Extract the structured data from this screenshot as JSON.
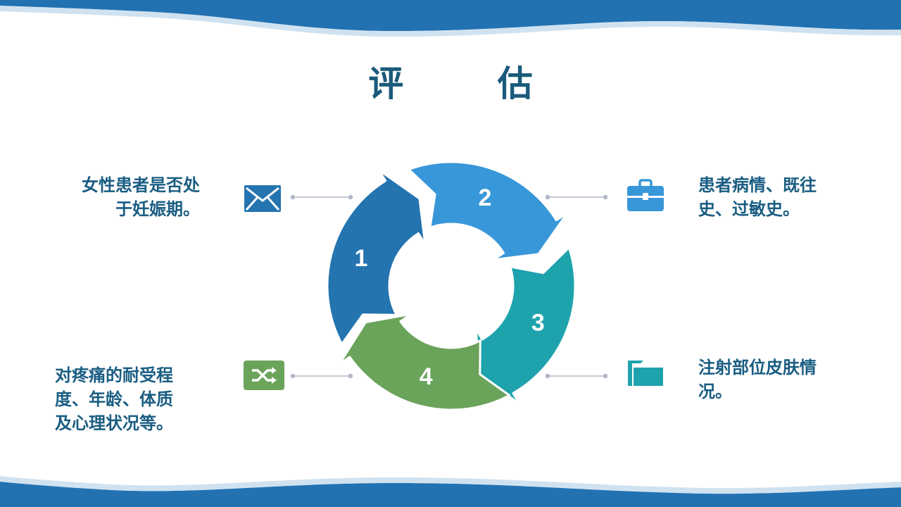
{
  "title": "评 估",
  "segments": [
    {
      "number": "1",
      "color": "#2474b0",
      "text_lines": [
        "女性患者是否处",
        "于妊娠期。"
      ],
      "icon": "envelope-icon"
    },
    {
      "number": "2",
      "color": "#3897d8",
      "text_lines": [
        "患者病情、既往",
        "史、过敏史。"
      ],
      "icon": "briefcase-icon"
    },
    {
      "number": "3",
      "color": "#1ea3ad",
      "text_lines": [
        "注射部位皮肤情",
        "况。"
      ],
      "icon": "folder-icon"
    },
    {
      "number": "4",
      "color": "#6aa35a",
      "text_lines": [
        "对疼痛的耐受程",
        "度、年龄、体质",
        "及心理状况等。"
      ],
      "icon": "shuffle-icon"
    }
  ],
  "colors": {
    "title": "#1a5a7a",
    "text": "#1a5d82",
    "wave": "#2272b2",
    "connector": "#b0b8c8"
  }
}
